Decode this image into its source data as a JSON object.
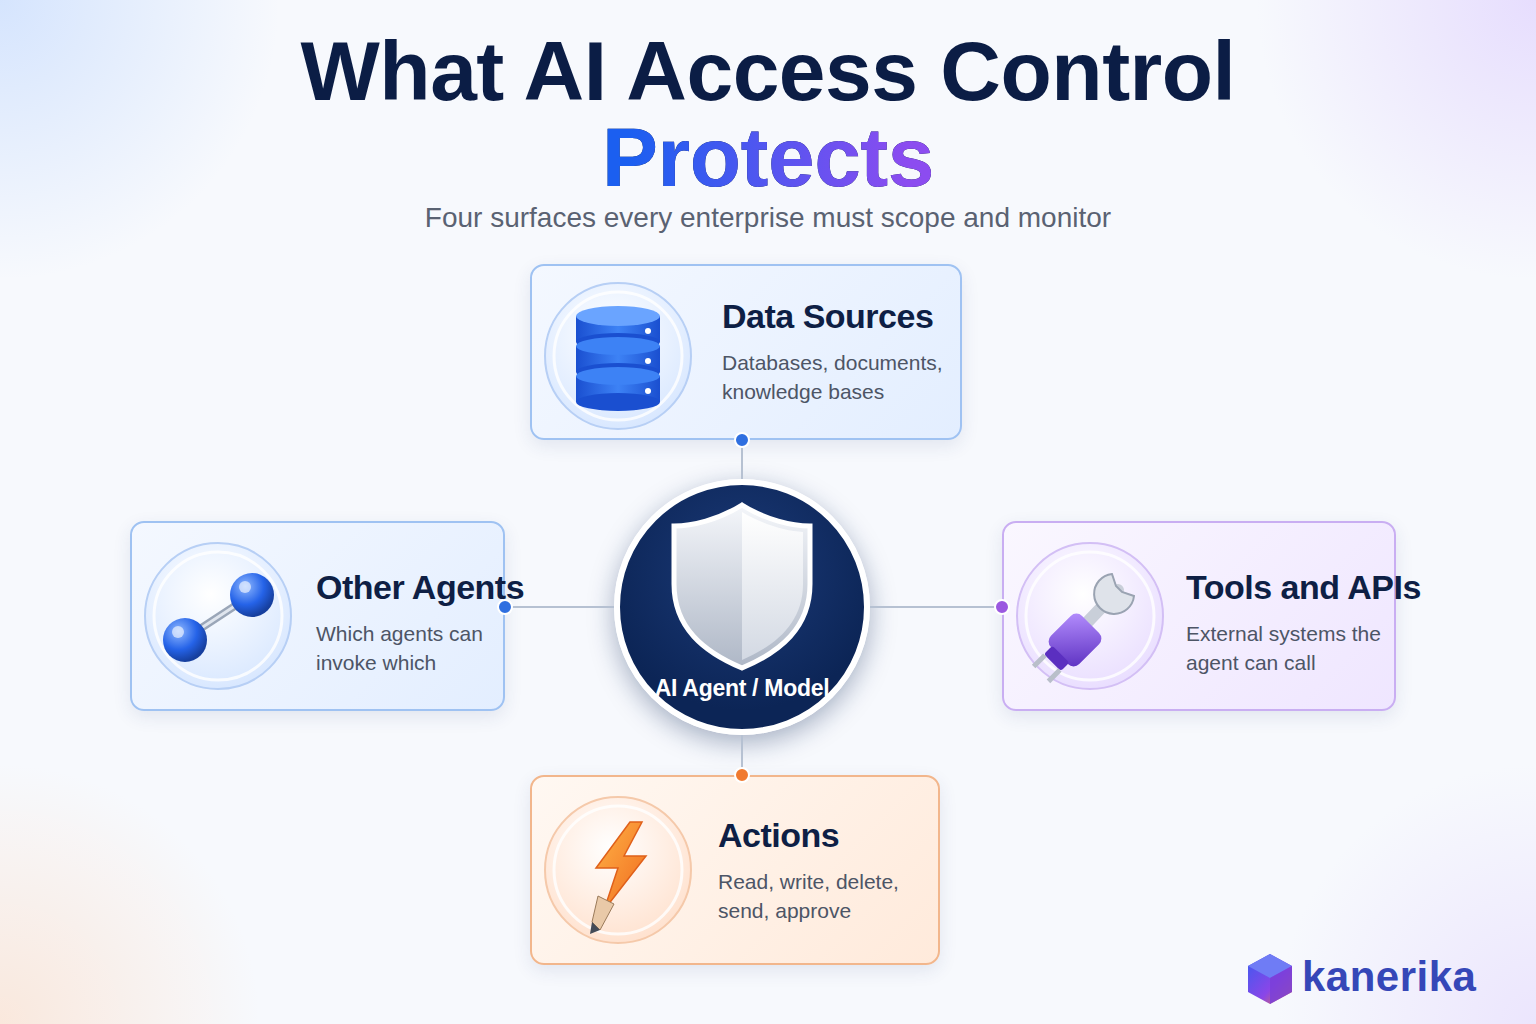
{
  "diagram": {
    "title": "What AI Access Control Protects",
    "nodes": [
      {
        "text": [
          "Data Sources",
          "Databases, documents, knowledge bases"
        ]
      },
      {
        "text": [
          "Other Agents",
          "Which agents can invoke which"
        ]
      },
      {
        "text": [
          "AI Agent / Model"
        ]
      },
      {
        "text": [
          "Tools and APIs",
          "External systems the agent can call"
        ]
      },
      {
        "text": [
          "Actions",
          "Read, write, delete, send, approve"
        ]
      }
    ],
    "edges": [
      {
        "from": 2,
        "to": 0,
        "arrow": "none"
      },
      {
        "from": 2,
        "to": 1,
        "arrow": "none"
      },
      {
        "from": 2,
        "to": 3,
        "arrow": "none"
      },
      {
        "from": 2,
        "to": 4,
        "arrow": "none"
      }
    ],
    "labels": [
      "Four surfaces every enterprise must scope and monitor",
      "kanerika"
    ]
  }
}
